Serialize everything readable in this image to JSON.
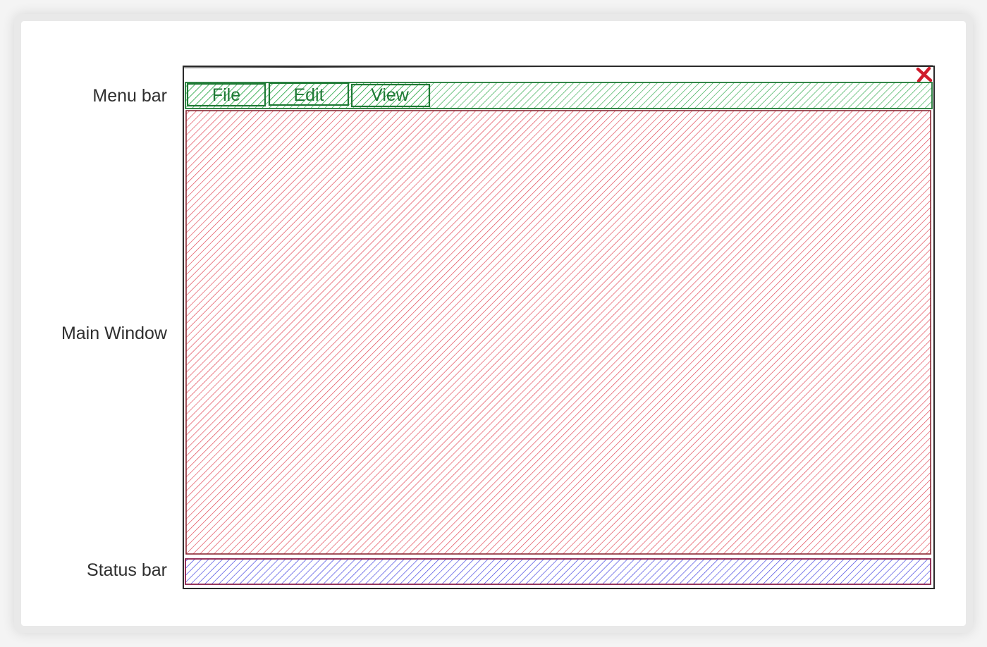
{
  "labels": {
    "menu_bar": "Menu bar",
    "main_window": "Main Window",
    "status_bar": "Status bar"
  },
  "menu": {
    "items": [
      {
        "label": "File"
      },
      {
        "label": "Edit"
      },
      {
        "label": "View"
      }
    ]
  },
  "icons": {
    "close": "close-icon"
  },
  "colors": {
    "menu_hatch": "#2ea84a",
    "menu_border": "#1f7a35",
    "main_hatch": "#e0404f",
    "main_border": "#8a2a35",
    "status_hatch": "#3a3adf",
    "status_border": "#8a1f4a",
    "frame": "#2a2a2a",
    "close": "#d01c2c"
  }
}
